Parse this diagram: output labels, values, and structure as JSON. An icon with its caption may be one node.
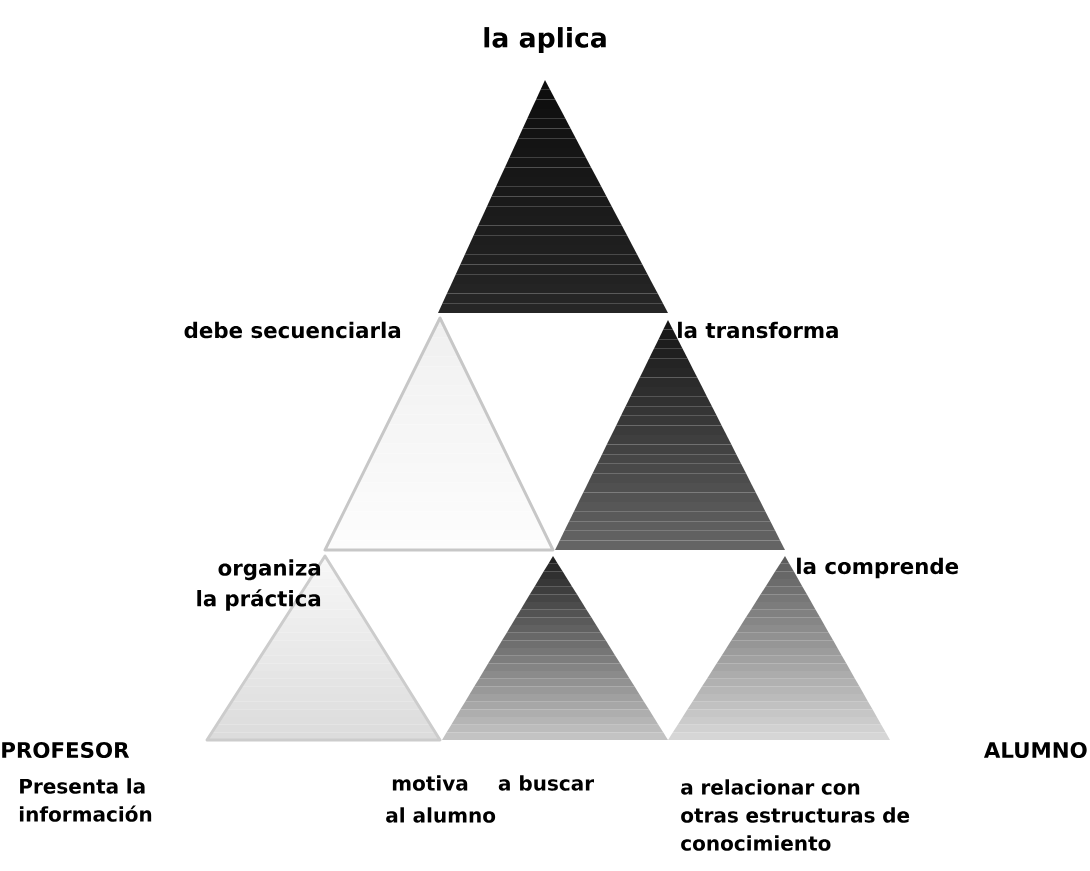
{
  "diagram": {
    "labels": [
      "la aplica",
      "debe secuenciarla",
      "la transforma",
      "organiza la práctica",
      "la comprende",
      "PROFESOR",
      "ALUMNO",
      "Presenta la información",
      "motiva",
      "al alumno",
      "a buscar",
      "a relacionar con otras estructuras de conocimiento"
    ]
  }
}
